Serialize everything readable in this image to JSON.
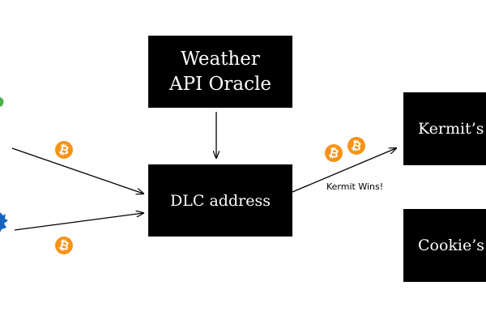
{
  "oracle": {
    "line1": "Weather",
    "line2": "API Oracle"
  },
  "dlc": {
    "label": "DLC address"
  },
  "wallets": {
    "kermit": "Kermit’s",
    "cookie": "Cookie’s"
  },
  "edge_label": "Kermit Wins!",
  "coin_symbol": "₿",
  "colors": {
    "box": "#000000",
    "box_text": "#ffffff",
    "coin": "#f7931a",
    "figure_top": "#4caf50",
    "figure_bottom": "#1565c0"
  },
  "icons": [
    "bitcoin-icon",
    "kermit-figure",
    "cookie-monster-figure"
  ]
}
